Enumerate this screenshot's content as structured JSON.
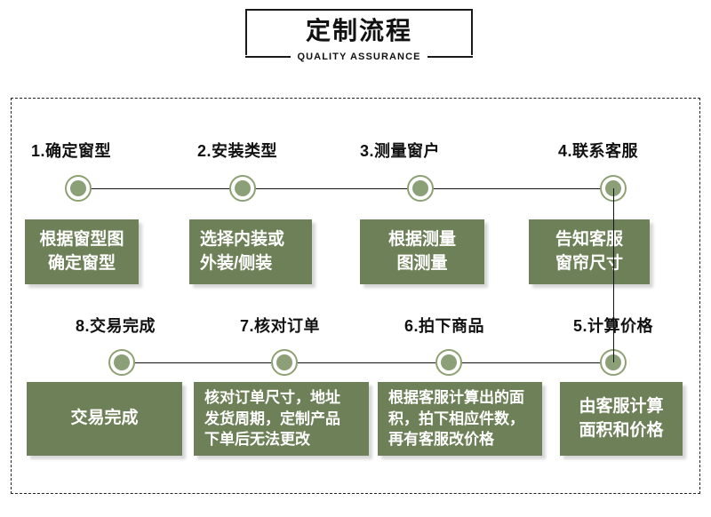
{
  "header": {
    "title_cn": "定制流程",
    "subtitle_en": "QUALITY ASSURANCE"
  },
  "colors": {
    "box_green": "#6e8057",
    "node_green": "#8ba076",
    "node_ring": "#8ea173",
    "line": "#111111",
    "text_dark": "#111111",
    "box_text": "#ffffff",
    "dashed_border": "#222222"
  },
  "flow": {
    "row1": [
      {
        "label": "1.确定窗型",
        "box_lines": [
          "根据窗型图",
          "确定窗型"
        ],
        "align": "center"
      },
      {
        "label": "2.安装类型",
        "box_lines": [
          "选择内装或",
          "外装/侧装"
        ],
        "align": "left"
      },
      {
        "label": "3.测量窗户",
        "box_lines": [
          "根据测量",
          "图测量"
        ],
        "align": "center"
      },
      {
        "label": "4.联系客服",
        "box_lines": [
          "告知客服",
          "窗帘尺寸"
        ],
        "align": "center"
      }
    ],
    "row2": [
      {
        "label": "8.交易完成",
        "box_lines": [
          "交易完成"
        ],
        "align": "center"
      },
      {
        "label": "7.核对订单",
        "box_lines": [
          "核对订单尺寸，地址",
          "发货周期，定制产品",
          "下单后无法更改"
        ],
        "align": "left"
      },
      {
        "label": "6.拍下商品",
        "box_lines": [
          "根据客服计算出的面",
          "积，拍下相应件数，",
          "再有客服改价格"
        ],
        "align": "left"
      },
      {
        "label": "5.计算价格",
        "box_lines": [
          "由客服计算",
          "面积和价格"
        ],
        "align": "center"
      }
    ]
  }
}
